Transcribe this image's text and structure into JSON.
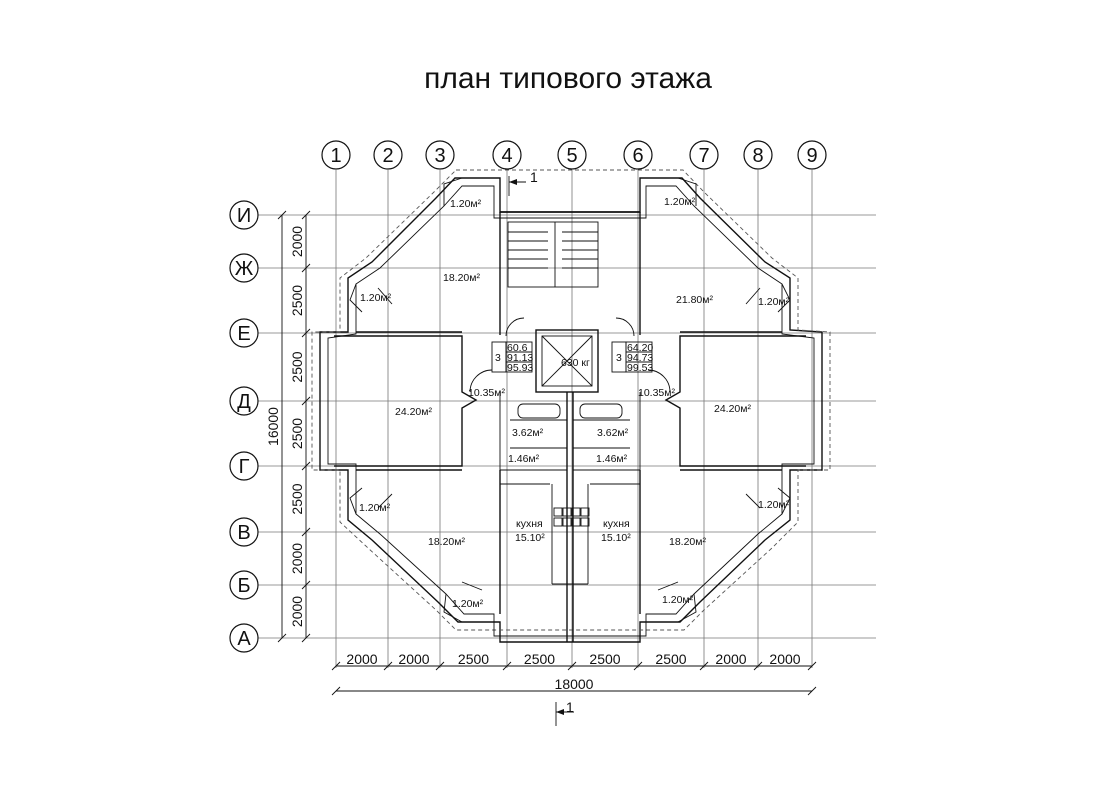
{
  "title": "план типового этажа",
  "axes": {
    "columns": [
      "1",
      "2",
      "3",
      "4",
      "5",
      "6",
      "7",
      "8",
      "9"
    ],
    "rows": [
      "И",
      "Ж",
      "Е",
      "Д",
      "Г",
      "В",
      "Б",
      "А"
    ]
  },
  "dimensions": {
    "horizontal": [
      "2000",
      "2000",
      "2500",
      "2500",
      "2500",
      "2500",
      "2000",
      "2000"
    ],
    "horizontal_total": "18000",
    "vertical": [
      "2000",
      "2500",
      "2500",
      "2500",
      "2500",
      "2000",
      "2000"
    ],
    "vertical_total": "16000"
  },
  "section_marker": "1",
  "elevator": "630 кг",
  "apartment_stats": {
    "left": {
      "rooms": "3",
      "areas": [
        "60.6",
        "91.13",
        "95.93"
      ]
    },
    "right": {
      "rooms": "3",
      "areas": [
        "64.20",
        "94.73",
        "99.53"
      ]
    }
  },
  "rooms": {
    "balcony_top_left": "1.20м²",
    "balcony_top_right": "1.20м²",
    "balcony_upper_left": "1.20м²",
    "balcony_upper_right": "1.20м²",
    "balcony_lower_left": "1.20м²",
    "balcony_lower_right": "1.20м²",
    "balcony_bottom_left": "1.20м²",
    "balcony_bottom_right": "1.20м²",
    "room_top_left": "18.20м²",
    "room_top_right": "21.80м²",
    "room_mid_left": "24.20м²",
    "room_mid_right": "24.20м²",
    "hall_left": "10.35м²",
    "hall_right": "10.35м²",
    "bath_left": "3.62м²",
    "bath_right": "3.62м²",
    "wc_left": "1.46м²",
    "wc_right": "1.46м²",
    "kitchen_label_left": "кухня",
    "kitchen_area_left": "15.10²",
    "kitchen_label_right": "кухня",
    "kitchen_area_right": "15.10²",
    "room_bottom_left": "18.20м²",
    "room_bottom_right": "18.20м²"
  }
}
